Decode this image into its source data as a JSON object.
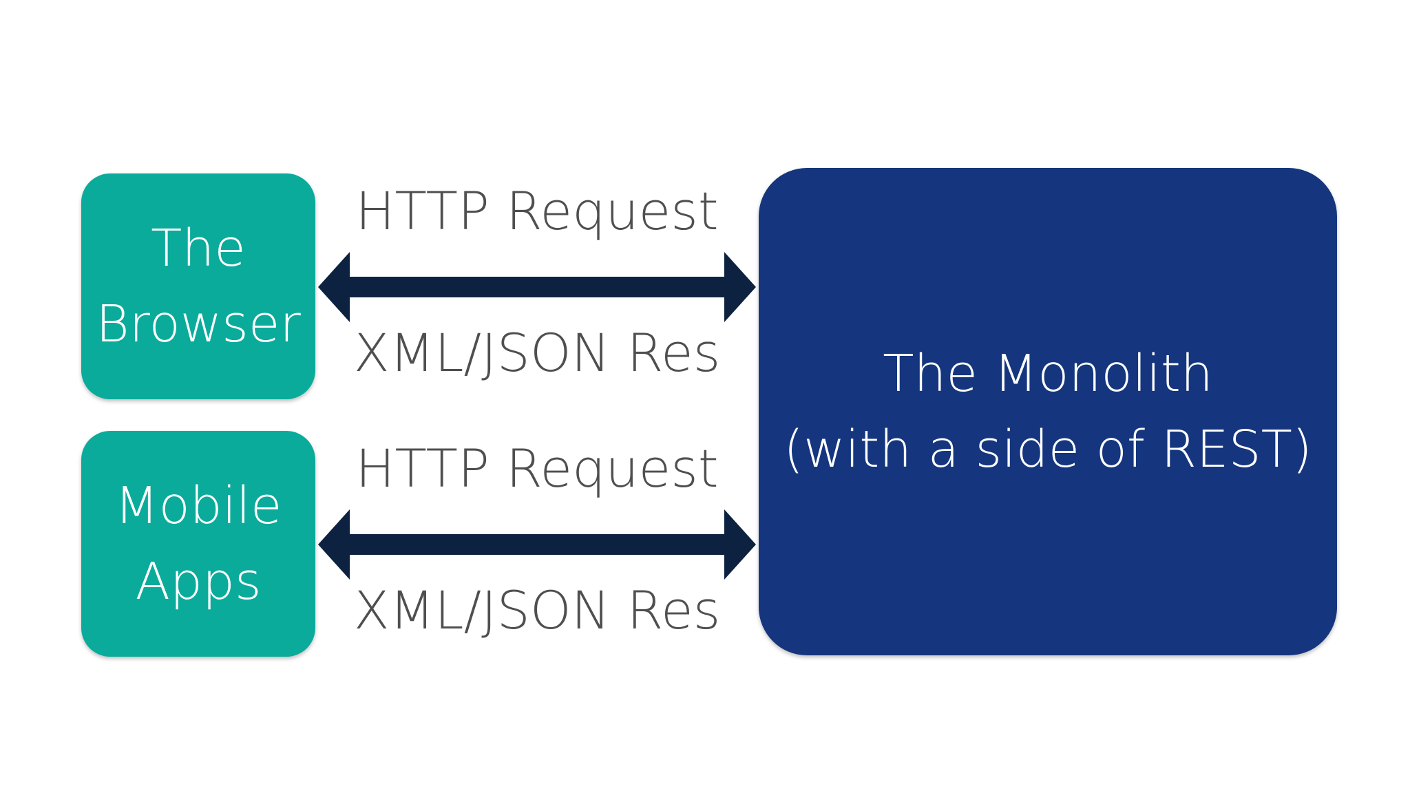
{
  "colors": {
    "client_box": "#0aab9b",
    "monolith_box": "#15367e",
    "arrow": "#0d2240",
    "label_text": "#4f4f4f"
  },
  "clients": [
    {
      "lines": [
        "The",
        "Browser"
      ]
    },
    {
      "lines": [
        "Mobile",
        "Apps"
      ]
    }
  ],
  "connections": [
    {
      "request": "HTTP Request",
      "response": "XML/JSON Res"
    },
    {
      "request": "HTTP Request",
      "response": "XML/JSON Res"
    }
  ],
  "monolith": {
    "lines": [
      "The Monolith",
      "(with a side of REST)"
    ]
  }
}
